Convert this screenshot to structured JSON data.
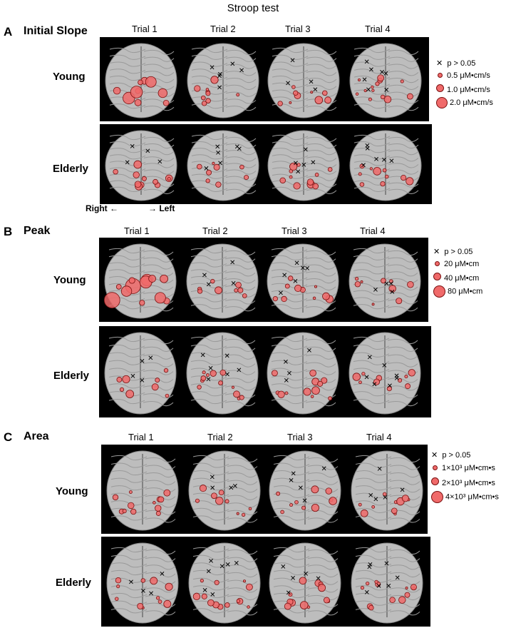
{
  "figure": {
    "title": "Stroop test",
    "orientation": {
      "right": "Right",
      "left": "Left"
    },
    "trials": [
      "Trial 1",
      "Trial 2",
      "Trial 3",
      "Trial 4"
    ],
    "groups": [
      "Young",
      "Elderly"
    ],
    "panels": [
      {
        "letter": "A",
        "name": "Initial Slope",
        "legend": [
          "p > 0.05",
          "0.5 μM•cm/s",
          "1.0 μM•cm/s",
          "2.0 μM•cm/s"
        ],
        "sizes": [
          "small",
          "medium",
          "large"
        ]
      },
      {
        "letter": "B",
        "name": "Peak",
        "legend": [
          "p > 0.05",
          "20 μM•cm",
          "40 μM•cm",
          "80 μM•cm"
        ],
        "sizes": [
          "small",
          "medium",
          "large"
        ]
      },
      {
        "letter": "C",
        "name": "Area",
        "legend": [
          "p > 0.05",
          "1×10³ μM•cm•s",
          "2×10³ μM•cm•s",
          "4×10³ μM•cm•s"
        ],
        "sizes": [
          "small",
          "medium",
          "large"
        ]
      }
    ],
    "colors": {
      "marker_fill": "#f06a6a",
      "marker_stroke": "#7a1010",
      "background": "#000000",
      "brain": "#bdbdbd"
    }
  }
}
